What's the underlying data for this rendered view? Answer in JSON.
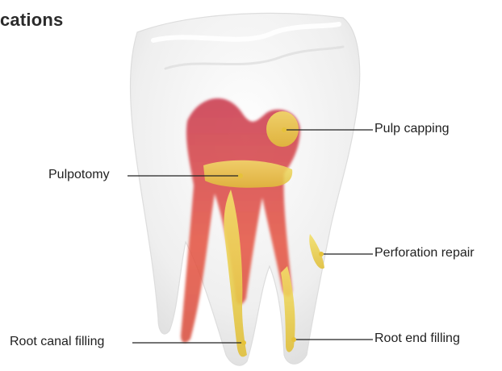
{
  "heading": "cations",
  "labels": {
    "pulp_capping": "Pulp capping",
    "pulpotomy": "Pulpotomy",
    "perforation_repair": "Perforation repair",
    "root_canal_filling": "Root canal filling",
    "root_end_filling": "Root end filling"
  },
  "colors": {
    "pulp_red": "#e04a4a",
    "material_yellow": "#e8cf4a",
    "leader_line": "#222222",
    "tooth_white": "#efefef"
  }
}
